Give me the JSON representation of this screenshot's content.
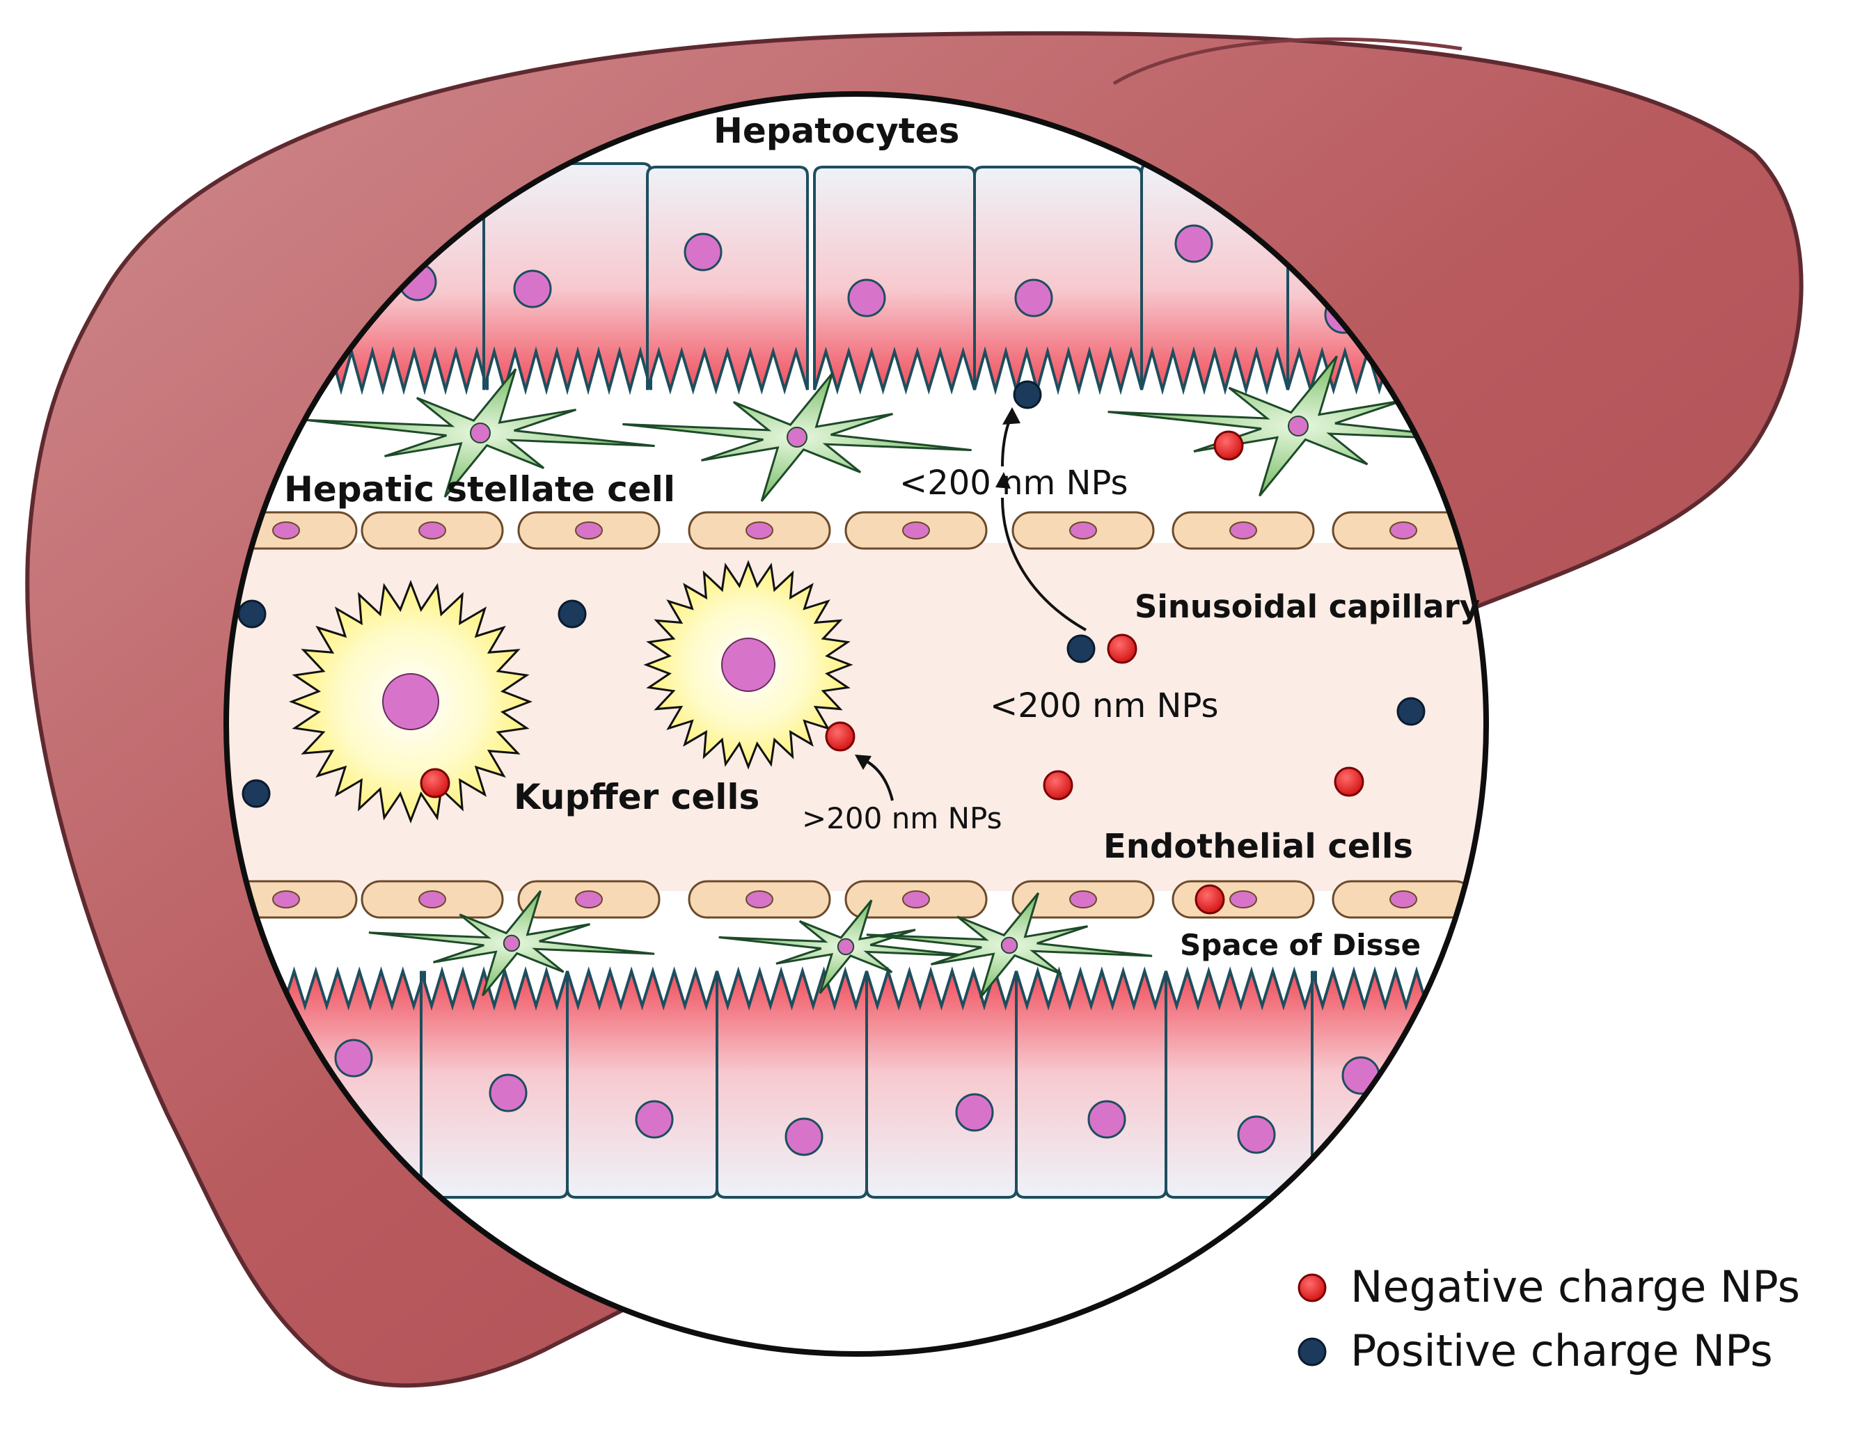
{
  "labels": {
    "hepatocytes": "Hepatocytes",
    "stellate": "Hepatic stellate cell",
    "np_small_top": "<200 nm NPs",
    "sinusoidal": "Sinusoidal capillary",
    "np_small_mid": "<200 nm NPs",
    "kupffer": "Kupffer cells",
    "np_large": ">200 nm NPs",
    "endothelial": "Endothelial cells",
    "disse": "Space of Disse"
  },
  "legend": {
    "negative": "Negative charge NPs",
    "positive": "Positive charge NPs"
  },
  "colors": {
    "liver": "#b8585c",
    "liver_light": "#d99597",
    "hepatocyte_top": "#eef1f8",
    "hepatocyte_bottom": "#f2b8c0",
    "hepatocyte_red": "#f0606c",
    "nucleus": "#d774c9",
    "outline": "#1d4e5e",
    "endothelial": "#f8d9b6",
    "lumen": "#fbece6",
    "stellate": "#6dbf58",
    "kupffer": "#fff27a",
    "negative_np": "#e01818",
    "positive_np": "#1b3a5c"
  },
  "icons": {
    "negative": "red-circle",
    "positive": "navy-circle"
  }
}
